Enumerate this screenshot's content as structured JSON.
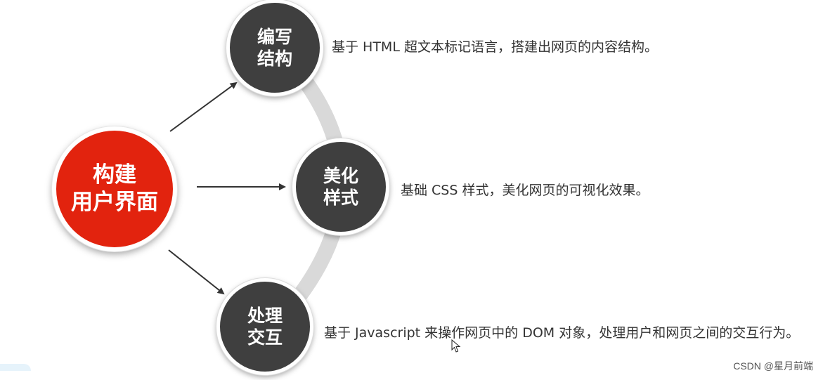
{
  "center": {
    "line1": "构建",
    "line2": "用户界面"
  },
  "nodes": [
    {
      "line1": "编写",
      "line2": "结构",
      "desc": "基于 HTML 超文本标记语言，搭建出网页的内容结构。"
    },
    {
      "line1": "美化",
      "line2": "样式",
      "desc": "基础 CSS 样式，美化网页的可视化效果。"
    },
    {
      "line1": "处理",
      "line2": "交互",
      "desc": "基于 Javascript 来操作网页中的 DOM 对象，处理用户和网页之间的交互行为。"
    }
  ],
  "watermark": "CSDN @星月前端",
  "colors": {
    "center": "#e2230e",
    "node": "#3f3f3f",
    "arc": "#d9d9d9",
    "arrow": "#333333"
  }
}
